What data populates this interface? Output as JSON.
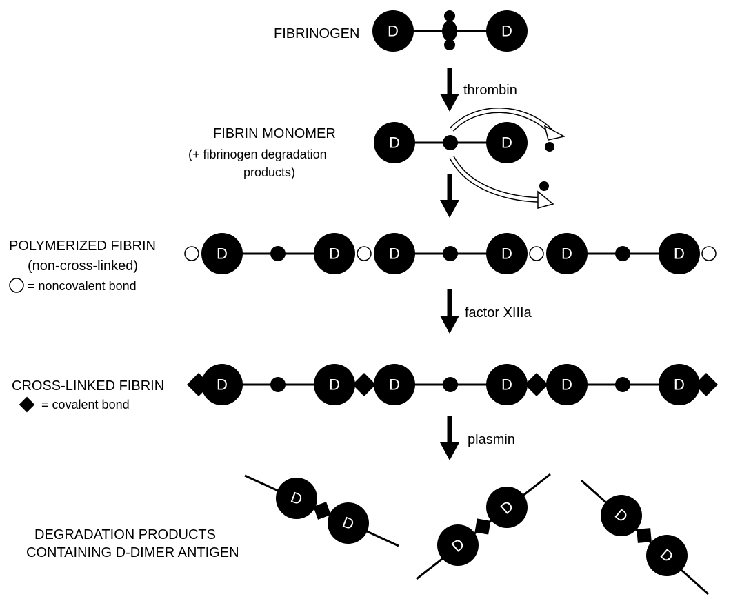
{
  "stages": {
    "fibrinogen": "FIBRINOGEN",
    "fibrin_monomer": "FIBRIN MONOMER",
    "fibrin_monomer_note_1": "(+ fibrinogen degradation",
    "fibrin_monomer_note_2": "products)",
    "polymerized": "POLYMERIZED FIBRIN",
    "polymerized_note": "(non-cross-linked)",
    "noncovalent_legend": "= noncovalent bond",
    "cross_linked": "CROSS-LINKED FIBRIN",
    "covalent_legend": "= covalent bond",
    "degradation_1": "DEGRADATION PRODUCTS",
    "degradation_2": "CONTAINING D-DIMER ANTIGEN"
  },
  "enzymes": {
    "thrombin": "thrombin",
    "factor": "factor XIIIa",
    "plasmin": "plasmin"
  },
  "domain_label": "D"
}
